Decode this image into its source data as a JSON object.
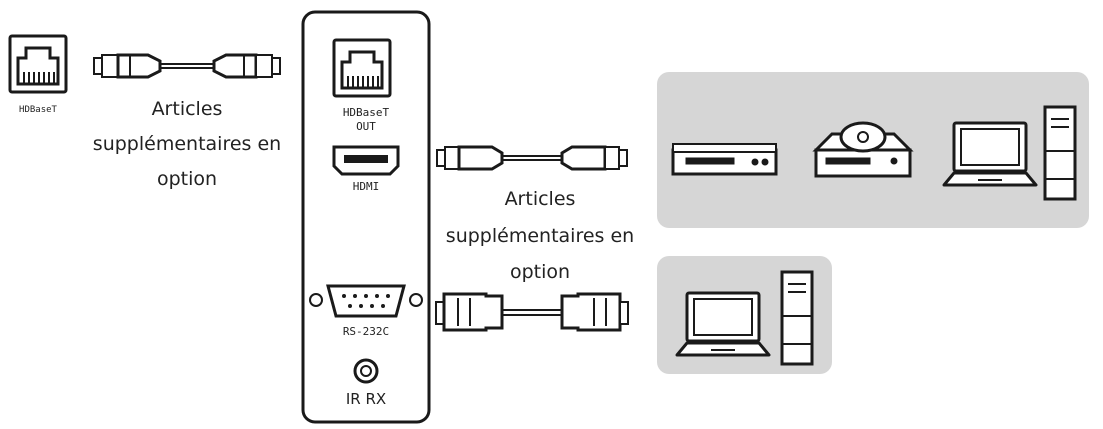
{
  "left_port": {
    "label": "HDBaseT"
  },
  "left_caption": {
    "lines": [
      "Articles",
      "supplémentaires en",
      "option"
    ]
  },
  "right_caption": {
    "lines": [
      "Articles",
      "supplémentaires en",
      "option"
    ]
  },
  "panel": {
    "hdbaset_out": {
      "line1": "HDBaseT",
      "line2": "OUT"
    },
    "hdmi": "HDMI",
    "rs232c": "RS-232C",
    "ir_rx": "IR RX"
  },
  "colors": {
    "stroke": "#1a1a1a",
    "panel_bg": "#ffffff",
    "device_group_bg": "#d6d6d6"
  }
}
